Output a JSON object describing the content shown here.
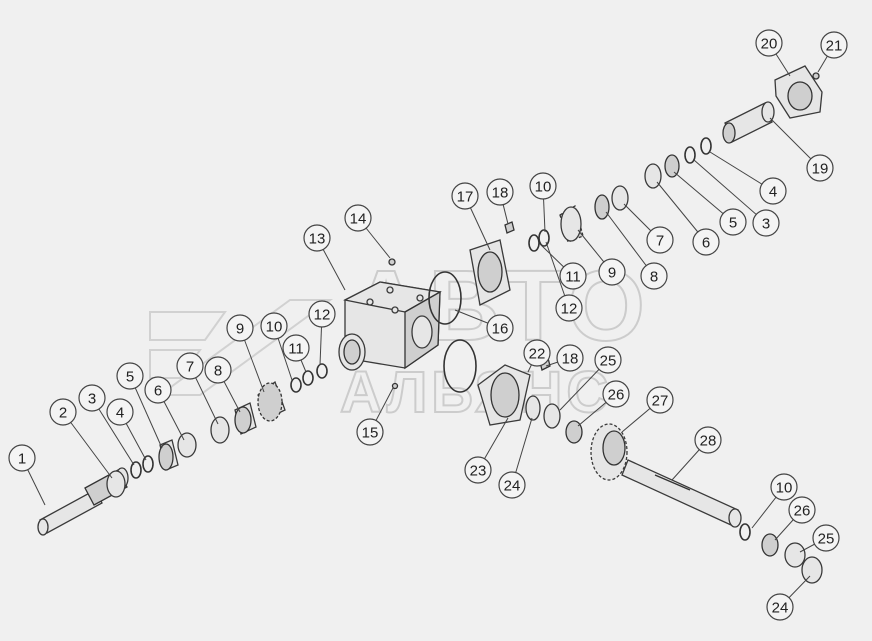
{
  "watermark": {
    "line1": "АВТО",
    "line2": "АЛЬЯНС"
  },
  "callouts": [
    {
      "label": "1"
    },
    {
      "label": "2"
    },
    {
      "label": "3"
    },
    {
      "label": "4"
    },
    {
      "label": "5"
    },
    {
      "label": "6"
    },
    {
      "label": "7"
    },
    {
      "label": "8"
    },
    {
      "label": "9"
    },
    {
      "label": "10"
    },
    {
      "label": "11"
    },
    {
      "label": "12"
    },
    {
      "label": "13"
    },
    {
      "label": "14"
    },
    {
      "label": "15"
    },
    {
      "label": "16"
    },
    {
      "label": "17"
    },
    {
      "label": "18"
    },
    {
      "label": "10"
    },
    {
      "label": "11"
    },
    {
      "label": "12"
    },
    {
      "label": "9"
    },
    {
      "label": "8"
    },
    {
      "label": "7"
    },
    {
      "label": "6"
    },
    {
      "label": "5"
    },
    {
      "label": "3"
    },
    {
      "label": "4"
    },
    {
      "label": "19"
    },
    {
      "label": "20"
    },
    {
      "label": "21"
    },
    {
      "label": "22"
    },
    {
      "label": "18"
    },
    {
      "label": "25"
    },
    {
      "label": "26"
    },
    {
      "label": "27"
    },
    {
      "label": "23"
    },
    {
      "label": "24"
    },
    {
      "label": "28"
    },
    {
      "label": "10"
    },
    {
      "label": "26"
    },
    {
      "label": "25"
    },
    {
      "label": "24"
    }
  ]
}
